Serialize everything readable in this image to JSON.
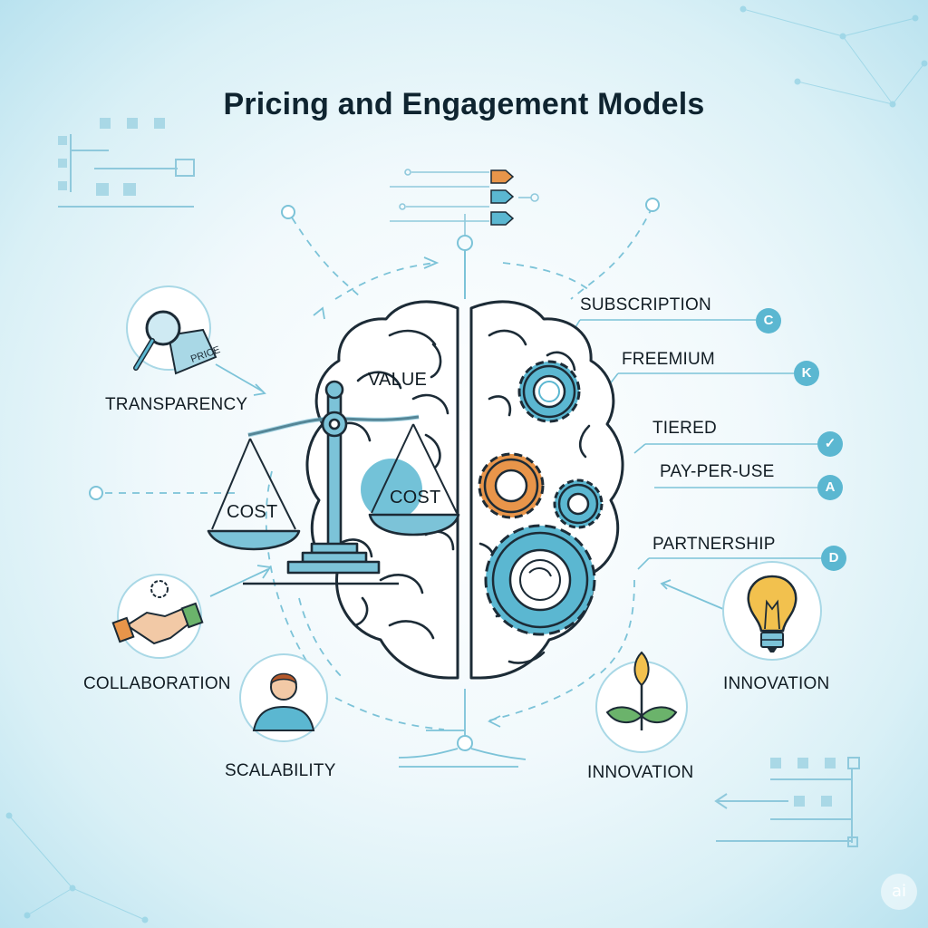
{
  "title": "Pricing and Engagement Models",
  "left_labels": {
    "transparency": "TRANSPARENCY",
    "collaboration": "COLLABORATION",
    "scalability": "SCALABILITY"
  },
  "center_labels": {
    "value": "VALUE",
    "cost_left": "COST",
    "cost_right": "COST",
    "price_tag": "PRICE"
  },
  "models": [
    {
      "label": "SUBSCRIPTION",
      "badge": "C",
      "icon": "c-letter-icon"
    },
    {
      "label": "FREEMIUM",
      "badge": "K",
      "icon": "k-letter-icon"
    },
    {
      "label": "TIERED",
      "badge": "✓",
      "icon": "checkmark-icon"
    },
    {
      "label": "PAY-PER-USE",
      "badge": "A",
      "icon": "a-letter-icon"
    },
    {
      "label": "PARTNERSHIP",
      "badge": "D",
      "icon": "d-letter-icon"
    }
  ],
  "right_labels": {
    "innovation_bulb": "INNOVATION",
    "innovation_plant": "INNOVATION"
  },
  "watermark": "ai",
  "colors": {
    "accent_blue": "#5bb7d1",
    "accent_orange": "#e8954a",
    "outline": "#1c2b36",
    "bulb_yellow": "#f2c14e",
    "leaf_green": "#6bb36b"
  }
}
